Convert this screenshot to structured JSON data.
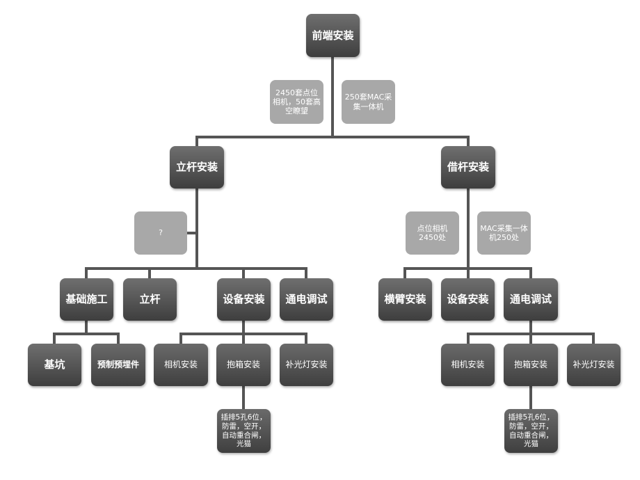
{
  "nodes": {
    "root": "前端安装",
    "root_note_1": "2450套点位相机，50套高空瞭望",
    "root_note_2": "250套MAC采集一体机",
    "left": "立杆安装",
    "left_note": "?",
    "right": "借杆安装",
    "right_note_1": "点位相机2450处",
    "right_note_2": "MAC采集一体机250处",
    "l_foundation": "基础施工",
    "l_pole": "立杆",
    "l_equip": "设备安装",
    "l_power": "通电调试",
    "l_pit": "基坑",
    "l_embed": "预制预埋件",
    "l_camera": "相机安装",
    "l_box": "抱箱安装",
    "l_light": "补光灯安装",
    "l_box_detail": "插排5孔6位，防雷，空开，自动重合闸，光猫",
    "r_arm": "横臂安装",
    "r_equip": "设备安装",
    "r_power": "通电调试",
    "r_camera": "相机安装",
    "r_box": "抱箱安装",
    "r_light": "补光灯安装",
    "r_box_detail": "插排5孔6位，防雷，空开，自动重合闸，光猫"
  },
  "colors": {
    "node_dark": "#3e3e3e",
    "node_light": "#6f6f6f",
    "note_gray": "#a8a8a8",
    "connector": "#555555"
  }
}
